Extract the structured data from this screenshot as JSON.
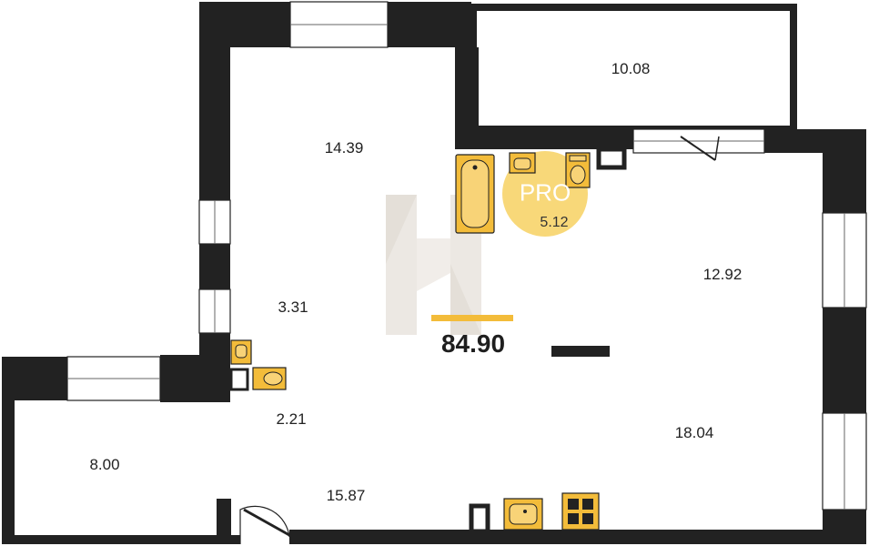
{
  "plan": {
    "total_area": "84.90",
    "badge": {
      "text": "PRO",
      "area": "5.12"
    },
    "rooms": [
      {
        "id": "room-a",
        "area": "14.39"
      },
      {
        "id": "room-b",
        "area": "10.08"
      },
      {
        "id": "room-c",
        "area": "12.92"
      },
      {
        "id": "room-d",
        "area": "3.31"
      },
      {
        "id": "room-e",
        "area": "2.21"
      },
      {
        "id": "room-f",
        "area": "18.04"
      },
      {
        "id": "room-g",
        "area": "8.00"
      },
      {
        "id": "room-h",
        "area": "15.87"
      }
    ]
  },
  "colors": {
    "wall": "#222222",
    "fixture": "#f3bc3a",
    "badge": "#f7d46a",
    "accent_bar": "#f3bc3a",
    "logo": "#e8e3dc"
  }
}
